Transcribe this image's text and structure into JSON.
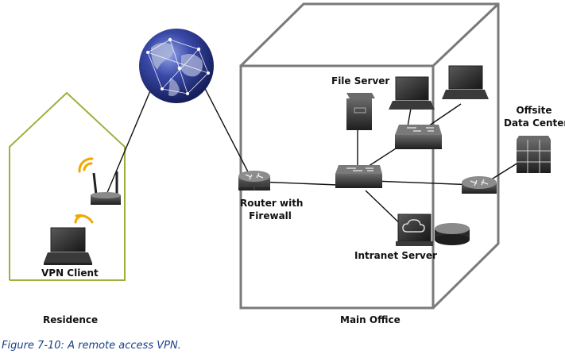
{
  "diagram": {
    "nodes": {
      "vpn_client": "VPN Client",
      "residence": "Residence",
      "main_office": "Main Office",
      "router_firewall_line1": "Router with",
      "router_firewall_line2": "Firewall",
      "file_server": "File Server",
      "intranet_server": "Intranet Server",
      "offsite_line1": "Offsite",
      "offsite_line2": "Data Center"
    },
    "caption": "Figure 7-10: A remote access VPN."
  },
  "colors": {
    "house_outline": "#9ab23c",
    "cube_edges": "#7a7a7a",
    "wifi": "#f0a800",
    "caption": "#1a3f8a",
    "globe": "#2c3a8c"
  }
}
